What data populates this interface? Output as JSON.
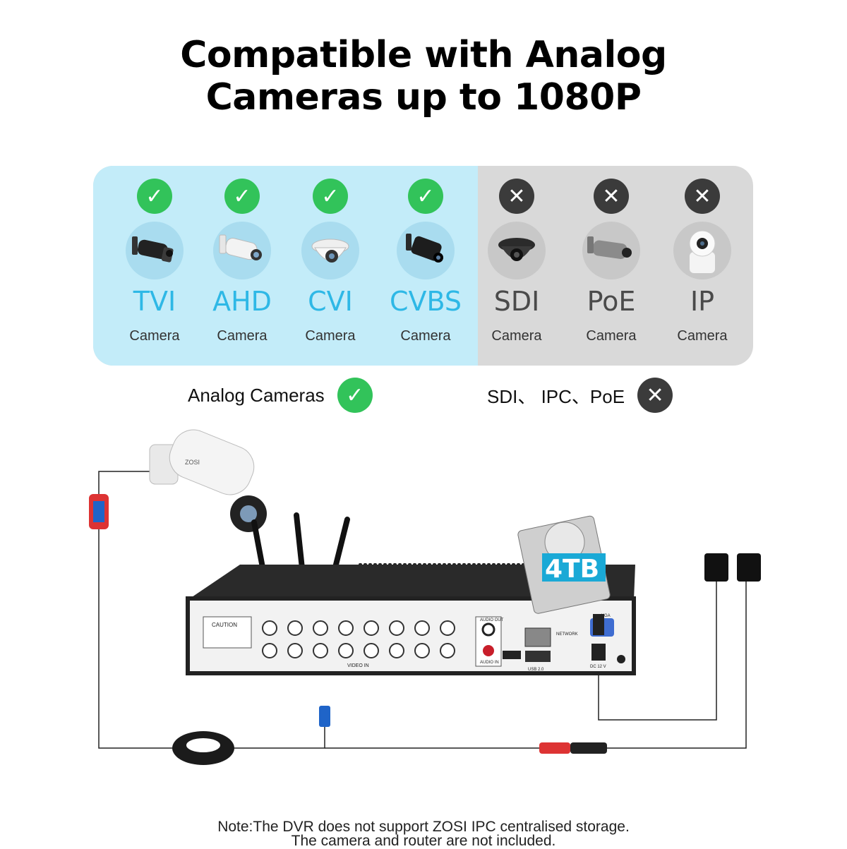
{
  "heading": {
    "line1": "Compatible with Analog",
    "line2": "Cameras up to 1080P"
  },
  "cameras": [
    {
      "type": "TVI",
      "sub": "Camera",
      "supported": true,
      "icon": "bullet-camera-dark-icon"
    },
    {
      "type": "AHD",
      "sub": "Camera",
      "supported": true,
      "icon": "bullet-camera-white-icon"
    },
    {
      "type": "CVI",
      "sub": "Camera",
      "supported": true,
      "icon": "dome-camera-white-icon"
    },
    {
      "type": "CVBS",
      "sub": "Camera",
      "supported": true,
      "icon": "bullet-camera-black-icon"
    },
    {
      "type": "SDI",
      "sub": "Camera",
      "supported": false,
      "icon": "dome-camera-dark-icon"
    },
    {
      "type": "PoE",
      "sub": "Camera",
      "supported": false,
      "icon": "bullet-camera-grey-icon"
    },
    {
      "type": "IP",
      "sub": "Camera",
      "supported": false,
      "icon": "indoor-ip-camera-icon"
    }
  ],
  "summary": {
    "analog_label": "Analog Cameras",
    "other_label": "SDI、 IPC、PoE"
  },
  "diagram": {
    "hdd_label": "4TB",
    "dvr_caution": "CAUTION",
    "dvr_network": "NETWORK",
    "dvr_vga": "VGA",
    "dvr_video_in": "VIDEO IN",
    "dvr_audio_out": "AUDIO OUT",
    "dvr_audio_in": "AUDIO IN",
    "dvr_dc": "DC 12 V",
    "dvr_usb": "USB 2.0",
    "camera_brand": "ZOSI"
  },
  "colors": {
    "supported_panel": "#c3ecf9",
    "unsupported_panel": "#d9d9d9",
    "check": "#32c35a",
    "cross": "#3b3b3b",
    "supported_text": "#2eb8e6"
  },
  "note": {
    "line1": "Note:The DVR does not support ZOSI IPC centralised storage.",
    "line2": "The camera and router are not included."
  }
}
